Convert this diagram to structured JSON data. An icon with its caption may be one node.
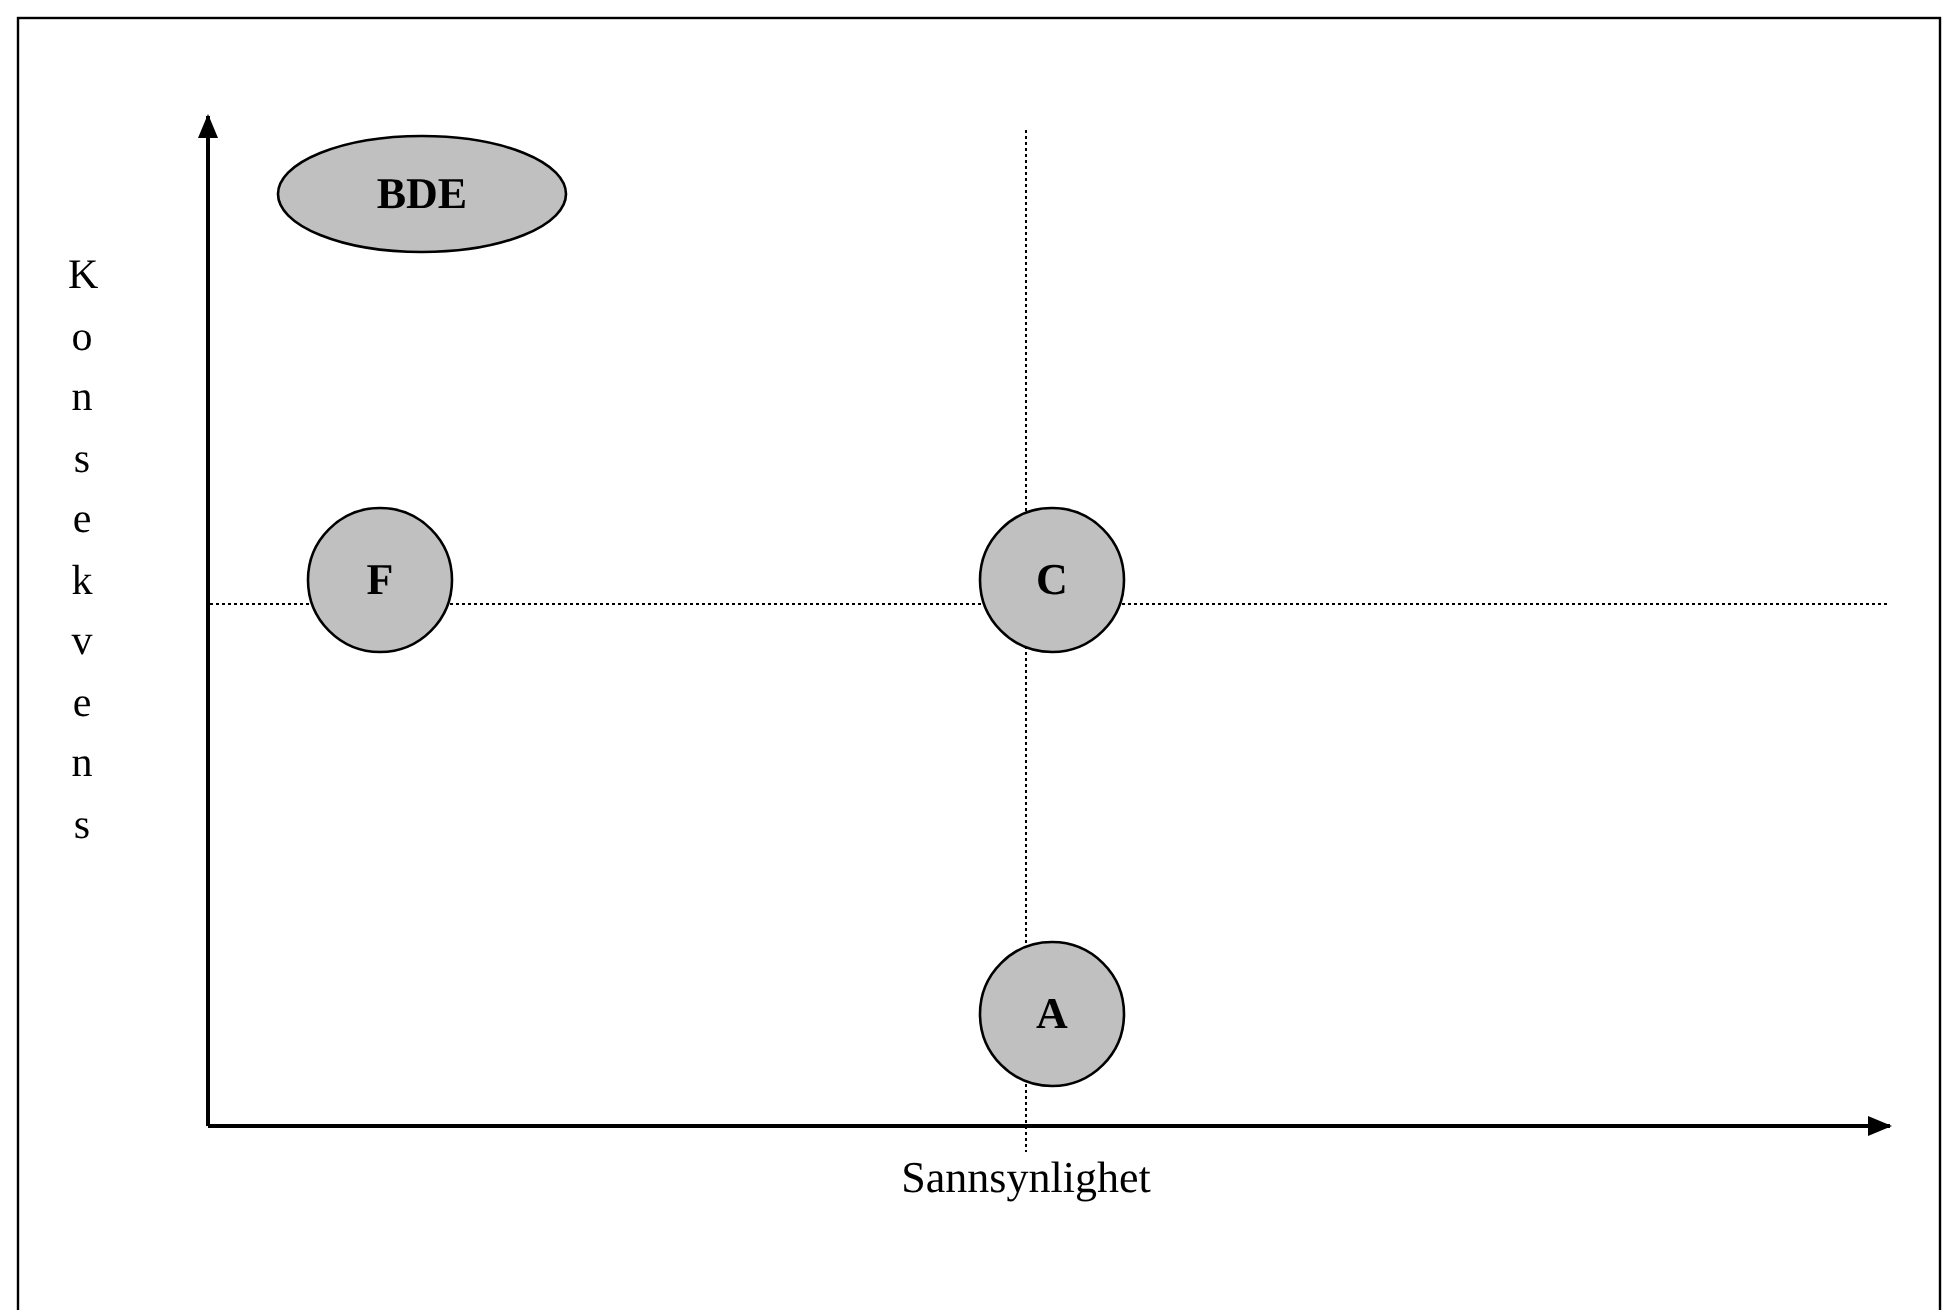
{
  "diagram": {
    "nodes": [
      {
        "text": [
          "BDE"
        ]
      },
      {
        "text": [
          "F"
        ]
      },
      {
        "text": [
          "C"
        ]
      },
      {
        "text": [
          "A"
        ]
      }
    ],
    "labels": [
      "Konsekvens",
      "Sannsynlighet"
    ]
  }
}
